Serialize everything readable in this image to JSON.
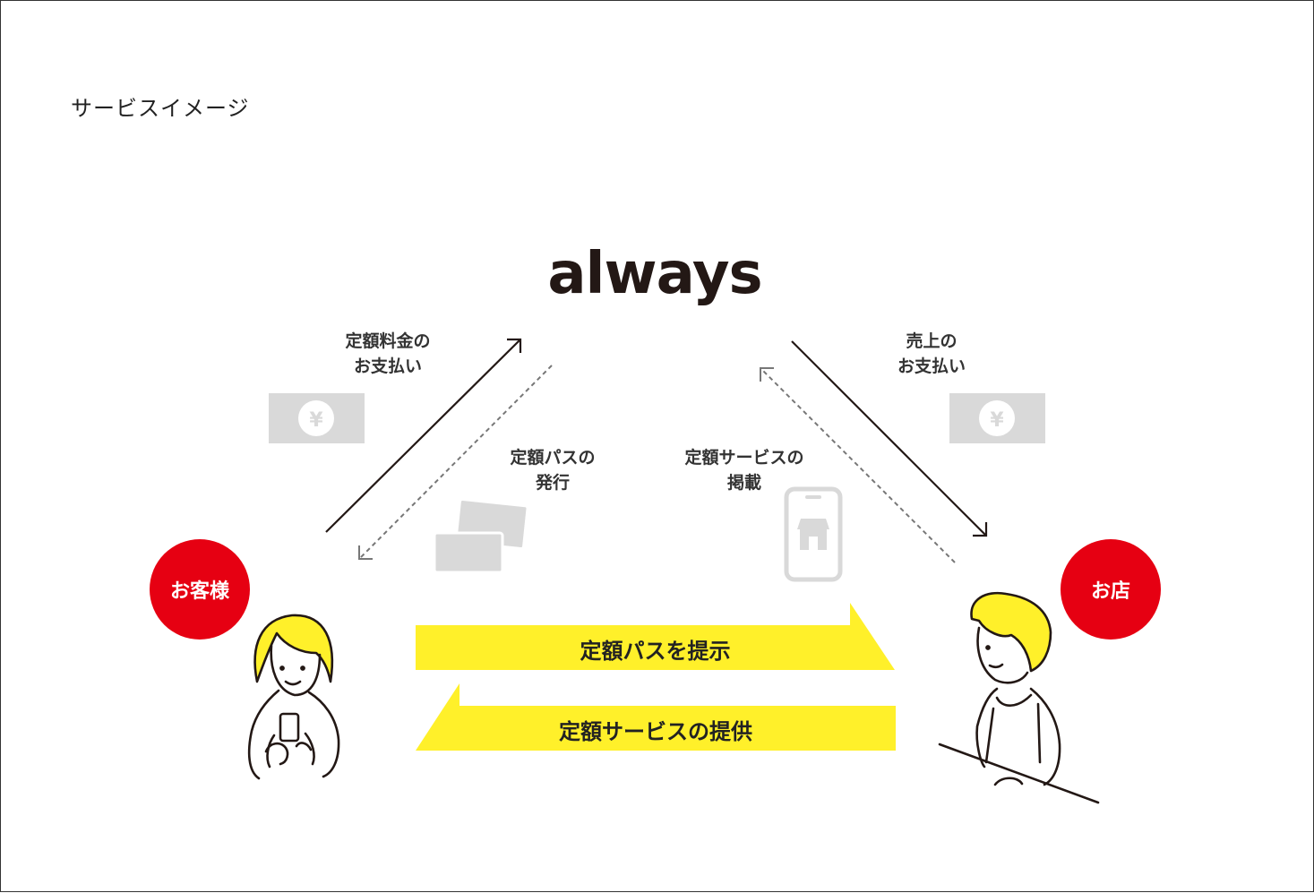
{
  "header": {
    "title": "サービスイメージ"
  },
  "logo": {
    "text": "always"
  },
  "labels": {
    "fee_payment": [
      "定額料金の",
      "お支払い"
    ],
    "sales_payment": [
      "売上の",
      "お支払い"
    ],
    "pass_issue": [
      "定額パスの",
      "発行"
    ],
    "service_listing": [
      "定額サービスの",
      "掲載"
    ]
  },
  "badges": {
    "customer": "お客様",
    "shop": "お店"
  },
  "bands": {
    "present_pass": "定額パスを提示",
    "provide_service": "定額サービスの提供"
  },
  "icons": [
    "yen-bill-icon",
    "pass-cards-icon",
    "smartphone-shop-icon",
    "customer-person-icon",
    "shop-staff-person-icon"
  ],
  "colors": {
    "accent_red": "#e60012",
    "band_yellow": "#fff02a",
    "hair_yellow": "#fff02a",
    "icon_gray": "#d9d9d9",
    "ink": "#231815"
  }
}
